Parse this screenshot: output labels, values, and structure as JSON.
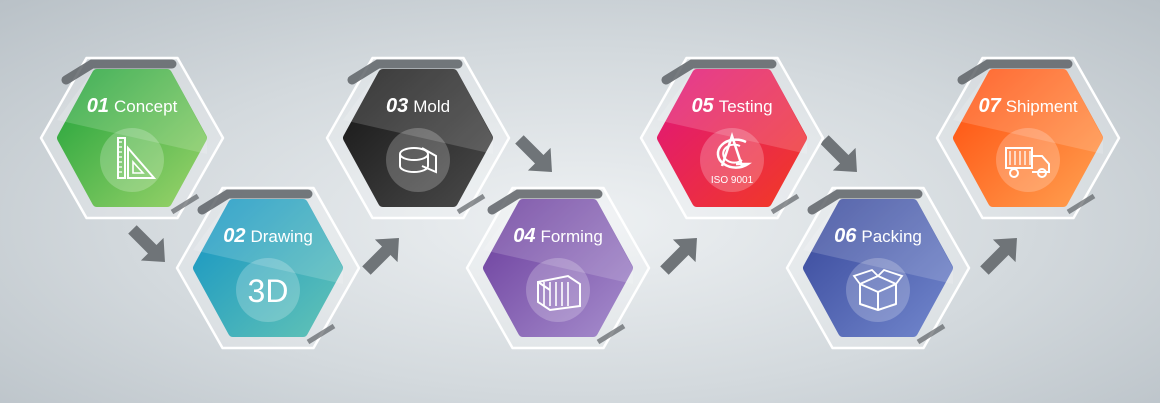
{
  "steps": [
    {
      "num": "01",
      "label": "Concept",
      "icon": "ruler-triangle-icon",
      "colors": [
        "#1fa23a",
        "#9ad36a"
      ]
    },
    {
      "num": "02",
      "label": "Drawing",
      "icon": "3d-icon",
      "icon_text": "3D",
      "colors": [
        "#1394c4",
        "#62c3b6"
      ]
    },
    {
      "num": "03",
      "label": "Mold",
      "icon": "mold-icon",
      "colors": [
        "#151515",
        "#4a4a4a"
      ]
    },
    {
      "num": "04",
      "label": "Forming",
      "icon": "forming-icon",
      "colors": [
        "#6a3c9c",
        "#a58ccc"
      ]
    },
    {
      "num": "05",
      "label": "Testing",
      "icon": "iso-cert-icon",
      "icon_text": "ISO 9001",
      "colors": [
        "#e0157c",
        "#f23a24"
      ]
    },
    {
      "num": "06",
      "label": "Packing",
      "icon": "box-icon",
      "colors": [
        "#37479a",
        "#7186cc"
      ]
    },
    {
      "num": "07",
      "label": "Shipment",
      "icon": "truck-icon",
      "colors": [
        "#ff4c0c",
        "#ffa050"
      ]
    }
  ]
}
